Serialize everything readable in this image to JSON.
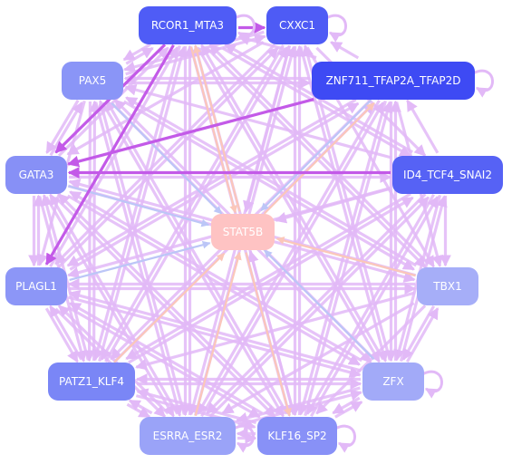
{
  "diagram": {
    "type": "gene-regulatory-network",
    "colors": {
      "edge_default": "#e2b9f7",
      "edge_strong": "#c35ae8",
      "edge_blue": "#bcc6f7",
      "edge_peach": "#fbc7b9",
      "center_fill": "#fec3c3",
      "center_text": "#1a1a40"
    },
    "nodes": [
      {
        "id": "STAT5B",
        "label": "STAT5B",
        "fill": "#fec3c3",
        "text": "#1a1a40"
      },
      {
        "id": "RCOR1_MTA3",
        "label": "RCOR1_MTA3",
        "fill": "#4f5cf6",
        "text": "#ffffff"
      },
      {
        "id": "CXXC1",
        "label": "CXXC1",
        "fill": "#4e5bf5",
        "text": "#ffffff"
      },
      {
        "id": "PAX5",
        "label": "PAX5",
        "fill": "#8a95f7",
        "text": "#1a1a40"
      },
      {
        "id": "ZNF711_TFAP2A_TFAP2D",
        "label": "ZNF711_TFAP2A_TFAP2D",
        "fill": "#3e4af4",
        "text": "#ffffff"
      },
      {
        "id": "GATA3",
        "label": "GATA3",
        "fill": "#8790f6",
        "text": "#1a1a40"
      },
      {
        "id": "ID4_TCF4_SNAI2",
        "label": "ID4_TCF4_SNAI2",
        "fill": "#5662f5",
        "text": "#ffffff"
      },
      {
        "id": "PLAGL1",
        "label": "PLAGL1",
        "fill": "#8c96f7",
        "text": "#1a1a40"
      },
      {
        "id": "TBX1",
        "label": "TBX1",
        "fill": "#a6aef8",
        "text": "#1a1a40"
      },
      {
        "id": "PATZ1_KLF4",
        "label": "PATZ1_KLF4",
        "fill": "#7a86f6",
        "text": "#1a1a40"
      },
      {
        "id": "ZFX",
        "label": "ZFX",
        "fill": "#a2aaf8",
        "text": "#1a1a40"
      },
      {
        "id": "ESRRA_ESR2",
        "label": "ESRRA_ESR2",
        "fill": "#9aa3f8",
        "text": "#1a1a40"
      },
      {
        "id": "KLF16_SP2",
        "label": "KLF16_SP2",
        "fill": "#8891f7",
        "text": "#1a1a40"
      }
    ],
    "self_loops": [
      "RCOR1_MTA3",
      "CXXC1",
      "ZNF711_TFAP2A_TFAP2D",
      "ZFX",
      "ESRRA_ESR2",
      "KLF16_SP2"
    ],
    "edges": [
      {
        "from": "RCOR1_MTA3",
        "to": "STAT5B",
        "style": "peach"
      },
      {
        "from": "CXXC1",
        "to": "STAT5B",
        "style": "default"
      },
      {
        "from": "PAX5",
        "to": "STAT5B",
        "style": "blue"
      },
      {
        "from": "ZNF711_TFAP2A_TFAP2D",
        "to": "STAT5B",
        "style": "blue"
      },
      {
        "from": "GATA3",
        "to": "STAT5B",
        "style": "blue"
      },
      {
        "from": "ID4_TCF4_SNAI2",
        "to": "STAT5B",
        "style": "default"
      },
      {
        "from": "PLAGL1",
        "to": "STAT5B",
        "style": "blue"
      },
      {
        "from": "TBX1",
        "to": "STAT5B",
        "style": "peach"
      },
      {
        "from": "PATZ1_KLF4",
        "to": "STAT5B",
        "style": "peach"
      },
      {
        "from": "ZFX",
        "to": "STAT5B",
        "style": "blue"
      },
      {
        "from": "ESRRA_ESR2",
        "to": "STAT5B",
        "style": "peach"
      },
      {
        "from": "KLF16_SP2",
        "to": "STAT5B",
        "style": "default"
      },
      {
        "from": "STAT5B",
        "to": "RCOR1_MTA3",
        "style": "peach"
      },
      {
        "from": "STAT5B",
        "to": "ZNF711_TFAP2A_TFAP2D",
        "style": "peach"
      },
      {
        "from": "STAT5B",
        "to": "KLF16_SP2",
        "style": "peach"
      },
      {
        "from": "ZNF711_TFAP2A_TFAP2D",
        "to": "GATA3",
        "style": "strong"
      },
      {
        "from": "RCOR1_MTA3",
        "to": "GATA3",
        "style": "strong"
      },
      {
        "from": "ID4_TCF4_SNAI2",
        "to": "GATA3",
        "style": "strong"
      },
      {
        "from": "RCOR1_MTA3",
        "to": "PLAGL1",
        "style": "strong"
      },
      {
        "from": "RCOR1_MTA3",
        "to": "CXXC1",
        "style": "strong"
      },
      {
        "from": "ZNF711_TFAP2A_TFAP2D",
        "to": "RCOR1_MTA3",
        "style": "default"
      },
      {
        "from": "ZNF711_TFAP2A_TFAP2D",
        "to": "CXXC1",
        "style": "default"
      },
      {
        "from": "ZNF711_TFAP2A_TFAP2D",
        "to": "PAX5",
        "style": "default"
      },
      {
        "from": "ZNF711_TFAP2A_TFAP2D",
        "to": "PLAGL1",
        "style": "default"
      },
      {
        "from": "ZNF711_TFAP2A_TFAP2D",
        "to": "PATZ1_KLF4",
        "style": "default"
      },
      {
        "from": "ZNF711_TFAP2A_TFAP2D",
        "to": "ESRRA_ESR2",
        "style": "default"
      },
      {
        "from": "ZNF711_TFAP2A_TFAP2D",
        "to": "KLF16_SP2",
        "style": "default"
      },
      {
        "from": "ZNF711_TFAP2A_TFAP2D",
        "to": "ZFX",
        "style": "default"
      },
      {
        "from": "ZNF711_TFAP2A_TFAP2D",
        "to": "TBX1",
        "style": "default"
      },
      {
        "from": "CXXC1",
        "to": "PAX5",
        "style": "default"
      },
      {
        "from": "CXXC1",
        "to": "GATA3",
        "style": "default"
      },
      {
        "from": "CXXC1",
        "to": "PLAGL1",
        "style": "default"
      },
      {
        "from": "CXXC1",
        "to": "PATZ1_KLF4",
        "style": "default"
      },
      {
        "from": "CXXC1",
        "to": "ESRRA_ESR2",
        "style": "default"
      },
      {
        "from": "CXXC1",
        "to": "KLF16_SP2",
        "style": "default"
      },
      {
        "from": "CXXC1",
        "to": "ZFX",
        "style": "default"
      },
      {
        "from": "CXXC1",
        "to": "TBX1",
        "style": "default"
      },
      {
        "from": "CXXC1",
        "to": "ID4_TCF4_SNAI2",
        "style": "default"
      },
      {
        "from": "RCOR1_MTA3",
        "to": "PAX5",
        "style": "default"
      },
      {
        "from": "RCOR1_MTA3",
        "to": "PATZ1_KLF4",
        "style": "default"
      },
      {
        "from": "RCOR1_MTA3",
        "to": "ESRRA_ESR2",
        "style": "default"
      },
      {
        "from": "RCOR1_MTA3",
        "to": "KLF16_SP2",
        "style": "default"
      },
      {
        "from": "RCOR1_MTA3",
        "to": "ZFX",
        "style": "default"
      },
      {
        "from": "RCOR1_MTA3",
        "to": "TBX1",
        "style": "default"
      },
      {
        "from": "RCOR1_MTA3",
        "to": "ID4_TCF4_SNAI2",
        "style": "default"
      },
      {
        "from": "PAX5",
        "to": "GATA3",
        "style": "default"
      },
      {
        "from": "PAX5",
        "to": "PLAGL1",
        "style": "default"
      },
      {
        "from": "PAX5",
        "to": "PATZ1_KLF4",
        "style": "default"
      },
      {
        "from": "PAX5",
        "to": "ESRRA_ESR2",
        "style": "default"
      },
      {
        "from": "PAX5",
        "to": "KLF16_SP2",
        "style": "default"
      },
      {
        "from": "PAX5",
        "to": "ZFX",
        "style": "default"
      },
      {
        "from": "PAX5",
        "to": "TBX1",
        "style": "default"
      },
      {
        "from": "PAX5",
        "to": "ZNF711_TFAP2A_TFAP2D",
        "style": "default"
      },
      {
        "from": "PAX5",
        "to": "RCOR1_MTA3",
        "style": "default"
      },
      {
        "from": "PAX5",
        "to": "CXXC1",
        "style": "default"
      },
      {
        "from": "GATA3",
        "to": "PLAGL1",
        "style": "default"
      },
      {
        "from": "GATA3",
        "to": "PATZ1_KLF4",
        "style": "default"
      },
      {
        "from": "GATA3",
        "to": "ESRRA_ESR2",
        "style": "default"
      },
      {
        "from": "GATA3",
        "to": "KLF16_SP2",
        "style": "default"
      },
      {
        "from": "GATA3",
        "to": "ZFX",
        "style": "default"
      },
      {
        "from": "GATA3",
        "to": "TBX1",
        "style": "default"
      },
      {
        "from": "GATA3",
        "to": "ID4_TCF4_SNAI2",
        "style": "default"
      },
      {
        "from": "GATA3",
        "to": "PAX5",
        "style": "default"
      },
      {
        "from": "GATA3",
        "to": "RCOR1_MTA3",
        "style": "default"
      },
      {
        "from": "ID4_TCF4_SNAI2",
        "to": "TBX1",
        "style": "default"
      },
      {
        "from": "ID4_TCF4_SNAI2",
        "to": "ZFX",
        "style": "default"
      },
      {
        "from": "ID4_TCF4_SNAI2",
        "to": "KLF16_SP2",
        "style": "default"
      },
      {
        "from": "ID4_TCF4_SNAI2",
        "to": "ESRRA_ESR2",
        "style": "default"
      },
      {
        "from": "ID4_TCF4_SNAI2",
        "to": "PATZ1_KLF4",
        "style": "default"
      },
      {
        "from": "ID4_TCF4_SNAI2",
        "to": "PLAGL1",
        "style": "default"
      },
      {
        "from": "ID4_TCF4_SNAI2",
        "to": "PAX5",
        "style": "default"
      },
      {
        "from": "ID4_TCF4_SNAI2",
        "to": "RCOR1_MTA3",
        "style": "default"
      },
      {
        "from": "ID4_TCF4_SNAI2",
        "to": "ZNF711_TFAP2A_TFAP2D",
        "style": "default"
      },
      {
        "from": "PLAGL1",
        "to": "GATA3",
        "style": "default"
      },
      {
        "from": "PLAGL1",
        "to": "PATZ1_KLF4",
        "style": "default"
      },
      {
        "from": "PLAGL1",
        "to": "ESRRA_ESR2",
        "style": "default"
      },
      {
        "from": "PLAGL1",
        "to": "KLF16_SP2",
        "style": "default"
      },
      {
        "from": "PLAGL1",
        "to": "ZFX",
        "style": "default"
      },
      {
        "from": "PLAGL1",
        "to": "TBX1",
        "style": "default"
      },
      {
        "from": "PLAGL1",
        "to": "ZNF711_TFAP2A_TFAP2D",
        "style": "default"
      },
      {
        "from": "PLAGL1",
        "to": "RCOR1_MTA3",
        "style": "default"
      },
      {
        "from": "PLAGL1",
        "to": "CXXC1",
        "style": "default"
      },
      {
        "from": "TBX1",
        "to": "ZFX",
        "style": "default"
      },
      {
        "from": "TBX1",
        "to": "KLF16_SP2",
        "style": "default"
      },
      {
        "from": "TBX1",
        "to": "ESRRA_ESR2",
        "style": "default"
      },
      {
        "from": "TBX1",
        "to": "PATZ1_KLF4",
        "style": "default"
      },
      {
        "from": "TBX1",
        "to": "PLAGL1",
        "style": "default"
      },
      {
        "from": "TBX1",
        "to": "GATA3",
        "style": "default"
      },
      {
        "from": "TBX1",
        "to": "PAX5",
        "style": "default"
      },
      {
        "from": "TBX1",
        "to": "RCOR1_MTA3",
        "style": "default"
      },
      {
        "from": "PATZ1_KLF4",
        "to": "ESRRA_ESR2",
        "style": "default"
      },
      {
        "from": "PATZ1_KLF4",
        "to": "KLF16_SP2",
        "style": "default"
      },
      {
        "from": "PATZ1_KLF4",
        "to": "ZFX",
        "style": "default"
      },
      {
        "from": "PATZ1_KLF4",
        "to": "GATA3",
        "style": "default"
      },
      {
        "from": "PATZ1_KLF4",
        "to": "PLAGL1",
        "style": "default"
      },
      {
        "from": "PATZ1_KLF4",
        "to": "PAX5",
        "style": "default"
      },
      {
        "from": "PATZ1_KLF4",
        "to": "RCOR1_MTA3",
        "style": "default"
      },
      {
        "from": "PATZ1_KLF4",
        "to": "CXXC1",
        "style": "default"
      },
      {
        "from": "PATZ1_KLF4",
        "to": "ZNF711_TFAP2A_TFAP2D",
        "style": "default"
      },
      {
        "from": "PATZ1_KLF4",
        "to": "ID4_TCF4_SNAI2",
        "style": "default"
      },
      {
        "from": "ZFX",
        "to": "KLF16_SP2",
        "style": "default"
      },
      {
        "from": "ZFX",
        "to": "ESRRA_ESR2",
        "style": "default"
      },
      {
        "from": "ZFX",
        "to": "PATZ1_KLF4",
        "style": "default"
      },
      {
        "from": "ZFX",
        "to": "PLAGL1",
        "style": "default"
      },
      {
        "from": "ZFX",
        "to": "GATA3",
        "style": "default"
      },
      {
        "from": "ZFX",
        "to": "PAX5",
        "style": "default"
      },
      {
        "from": "ZFX",
        "to": "RCOR1_MTA3",
        "style": "default"
      },
      {
        "from": "ZFX",
        "to": "CXXC1",
        "style": "default"
      },
      {
        "from": "ZFX",
        "to": "ZNF711_TFAP2A_TFAP2D",
        "style": "default"
      },
      {
        "from": "ZFX",
        "to": "ID4_TCF4_SNAI2",
        "style": "default"
      },
      {
        "from": "ZFX",
        "to": "TBX1",
        "style": "default"
      },
      {
        "from": "ESRRA_ESR2",
        "to": "KLF16_SP2",
        "style": "default"
      },
      {
        "from": "ESRRA_ESR2",
        "to": "PATZ1_KLF4",
        "style": "default"
      },
      {
        "from": "ESRRA_ESR2",
        "to": "PLAGL1",
        "style": "default"
      },
      {
        "from": "ESRRA_ESR2",
        "to": "GATA3",
        "style": "default"
      },
      {
        "from": "ESRRA_ESR2",
        "to": "PAX5",
        "style": "default"
      },
      {
        "from": "ESRRA_ESR2",
        "to": "RCOR1_MTA3",
        "style": "default"
      },
      {
        "from": "ESRRA_ESR2",
        "to": "CXXC1",
        "style": "default"
      },
      {
        "from": "ESRRA_ESR2",
        "to": "ZNF711_TFAP2A_TFAP2D",
        "style": "default"
      },
      {
        "from": "ESRRA_ESR2",
        "to": "ID4_TCF4_SNAI2",
        "style": "default"
      },
      {
        "from": "ESRRA_ESR2",
        "to": "ZFX",
        "style": "default"
      },
      {
        "from": "KLF16_SP2",
        "to": "ESRRA_ESR2",
        "style": "default"
      },
      {
        "from": "KLF16_SP2",
        "to": "PATZ1_KLF4",
        "style": "default"
      },
      {
        "from": "KLF16_SP2",
        "to": "PLAGL1",
        "style": "default"
      },
      {
        "from": "KLF16_SP2",
        "to": "GATA3",
        "style": "default"
      },
      {
        "from": "KLF16_SP2",
        "to": "PAX5",
        "style": "default"
      },
      {
        "from": "KLF16_SP2",
        "to": "RCOR1_MTA3",
        "style": "default"
      },
      {
        "from": "KLF16_SP2",
        "to": "CXXC1",
        "style": "default"
      },
      {
        "from": "KLF16_SP2",
        "to": "ZNF711_TFAP2A_TFAP2D",
        "style": "default"
      },
      {
        "from": "KLF16_SP2",
        "to": "ID4_TCF4_SNAI2",
        "style": "default"
      },
      {
        "from": "KLF16_SP2",
        "to": "ZFX",
        "style": "default"
      }
    ]
  }
}
